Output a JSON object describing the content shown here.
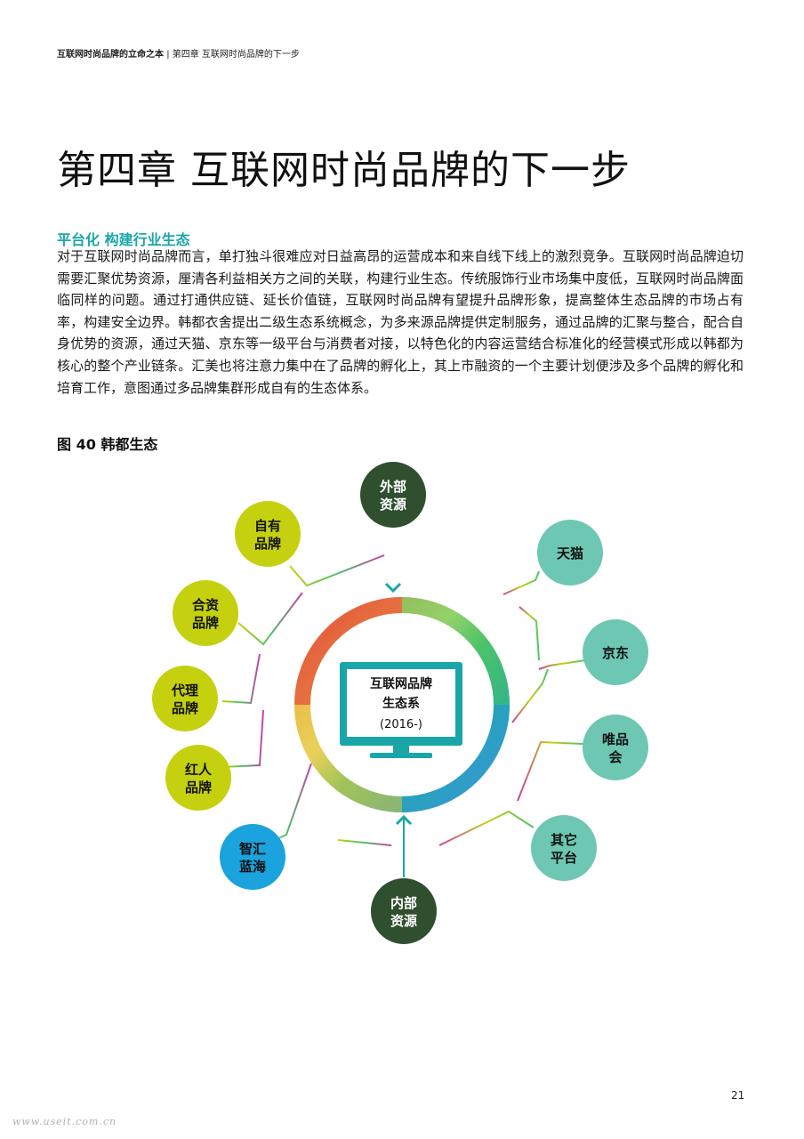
{
  "header": {
    "left": "互联网时尚品牌的立命之本",
    "separator": "|",
    "right": "第四章 互联网时尚品牌的下一步"
  },
  "title": "第四章  互联网时尚品牌的下一步",
  "section_title": "平台化 构建行业生态",
  "body": "对于互联网时尚品牌而言，单打独斗很难应对日益高昂的运营成本和来自线下线上的激烈竞争。互联网时尚品牌迫切需要汇聚优势资源，厘清各利益相关方之间的关联，构建行业生态。传统服饰行业市场集中度低，互联网时尚品牌面临同样的问题。通过打通供应链、延长价值链，互联网时尚品牌有望提升品牌形象，提高整体生态品牌的市场占有率，构建安全边界。韩都衣舍提出二级生态系统概念，为多来源品牌提供定制服务，通过品牌的汇聚与整合，配合自身优势的资源，通过天猫、京东等一级平台与消费者对接，以特色化的内容运营结合标准化的经营模式形成以韩都为核心的整个产业链条。汇美也将注意力集中在了品牌的孵化上，其上市融资的一个主要计划便涉及多个品牌的孵化和培育工作，意图通过多品牌集群形成自有的生态体系。",
  "figure_title": "图 40 韩都生态",
  "diagram": {
    "center": {
      "line1": "互联网品牌",
      "line2": "生态系",
      "line3": "(2016-)"
    },
    "nodes": {
      "top": {
        "line1": "外部",
        "line2": "资源",
        "color": "#2f4f2f"
      },
      "bottom": {
        "line1": "内部",
        "line2": "资源",
        "color": "#2f4f2f"
      },
      "left": [
        {
          "line1": "自有",
          "line2": "品牌",
          "color": "#c5d10f"
        },
        {
          "line1": "合资",
          "line2": "品牌",
          "color": "#c5d10f"
        },
        {
          "line1": "代理",
          "line2": "品牌",
          "color": "#c5d10f"
        },
        {
          "line1": "红人",
          "line2": "品牌",
          "color": "#c5d10f"
        },
        {
          "line1": "智汇",
          "line2": "蓝海",
          "color": "#1aa3dc"
        }
      ],
      "right": [
        {
          "line1": "天猫",
          "line2": "",
          "color": "#6dc7b3"
        },
        {
          "line1": "京东",
          "line2": "",
          "color": "#6dc7b3"
        },
        {
          "line1": "唯品",
          "line2": "会",
          "color": "#6dc7b3"
        },
        {
          "line1": "其它",
          "line2": "平台",
          "color": "#6dc7b3"
        }
      ]
    }
  },
  "page_number": "21",
  "watermark": "www.useit.com.cn"
}
